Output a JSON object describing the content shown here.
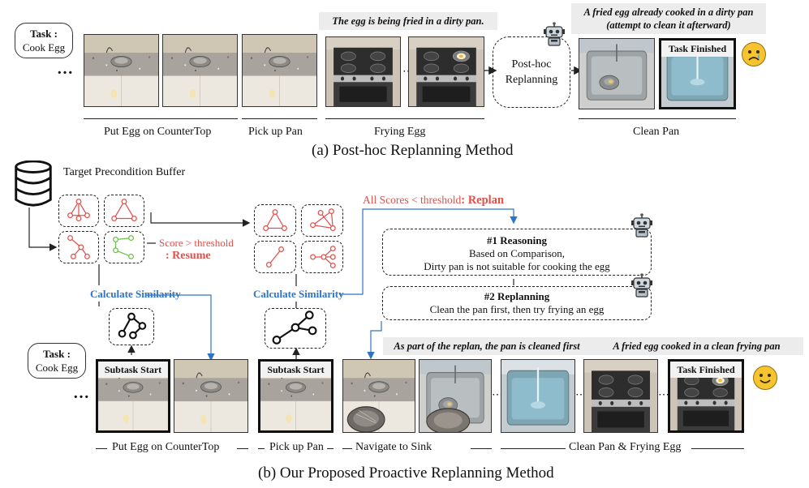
{
  "top": {
    "task_label": "Task :",
    "task_value": "Cook Egg",
    "ellipsis": "…",
    "dirty_banner": "The egg is being fried in a dirty pan.",
    "fried_banner_line1": "A fried egg already cooked in a dirty pan",
    "fried_banner_line2": "(attempt to clean it afterward)",
    "posthoc_line1": "Post-hoc",
    "posthoc_line2": "Replanning",
    "task_finished": "Task Finished",
    "stages": [
      "Put Egg on CounterTop",
      "Pick up Pan",
      "Frying Egg",
      "Clean Pan"
    ],
    "caption": "(a) Post-hoc Replanning Method"
  },
  "bottom": {
    "buffer_label": "Target Precondition Buffer",
    "score_resume": "Score > threshold",
    "resume": ": Resume",
    "replan_prefix": "All Scores < threshold",
    "replan": ": Replan",
    "calc_sim": "Calculate Similarity",
    "reasoning_title": "#1 Reasoning",
    "reasoning_line1": "Based on Comparison,",
    "reasoning_line2": "Dirty pan is not suitable for cooking the egg",
    "replanning_title": "#2 Replanning",
    "replanning_line1": "Clean the pan first, then try frying an egg",
    "task_label": "Task :",
    "task_value": "Cook Egg",
    "ellipsis": "…",
    "subtask_start": "Subtask Start",
    "replan_banner": "As part of the replan, the pan is cleaned first",
    "clean_banner": "A fried egg cooked in a clean frying pan",
    "task_finished": "Task Finished",
    "stages": [
      "Put Egg on CounterTop",
      "Pick up Pan",
      "Navigate to Sink",
      "Clean Pan & Frying Egg"
    ],
    "caption": "(b) Our Proposed Proactive Replanning Method"
  },
  "colors": {
    "red": "#e0504b",
    "blue": "#2f73c4",
    "green": "#6abf4b"
  }
}
